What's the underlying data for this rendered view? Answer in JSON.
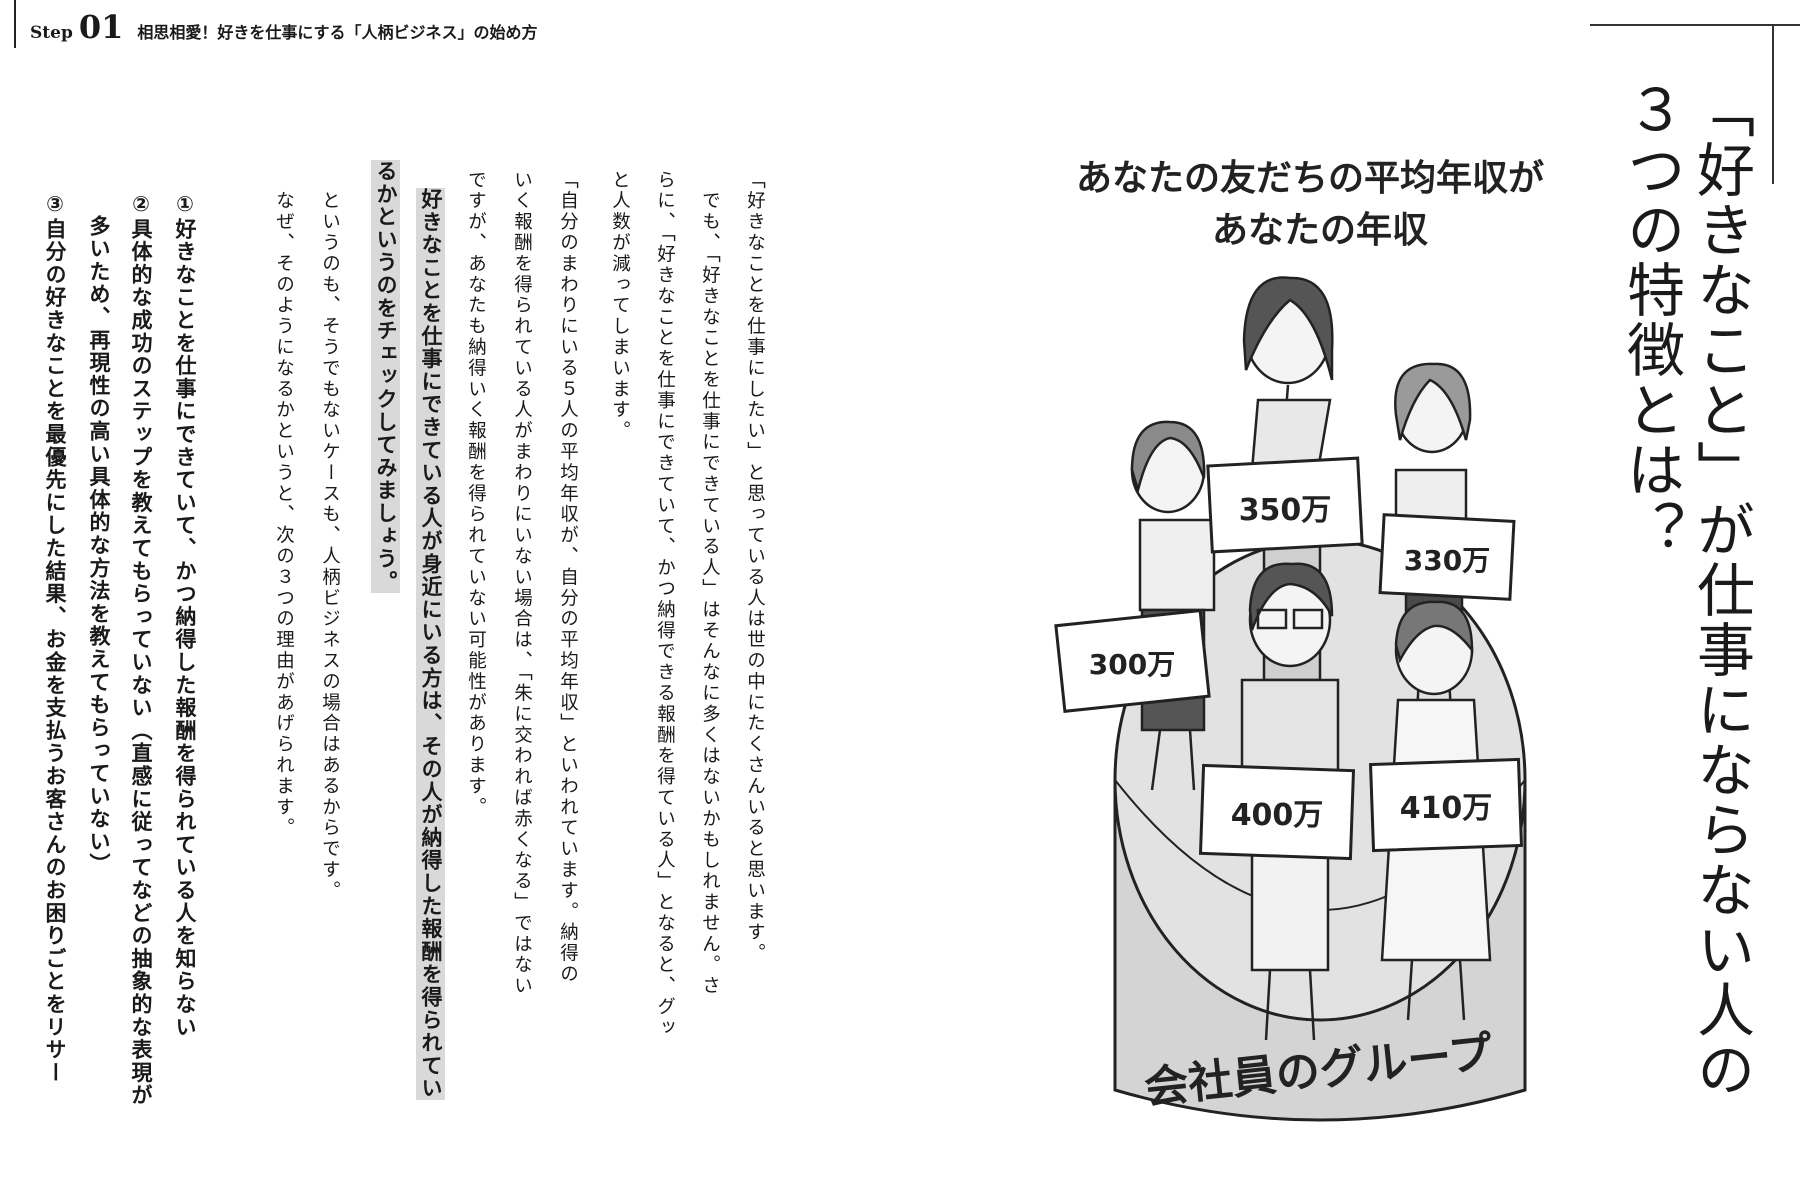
{
  "header": {
    "step_label": "Step",
    "step_number": "01",
    "chapter_title": "相思相愛！好きを仕事にする「人柄ビジネス」の始め方"
  },
  "title": {
    "line1": "「好きなこと」が仕事にならない人の",
    "line2": "３つの特徴とは？"
  },
  "illustration": {
    "heading_line1": "あなたの友だちの平均年収が",
    "heading_line2": "あなたの年収",
    "signs": [
      "350万",
      "330万",
      "300万",
      "400万",
      "410万"
    ],
    "base_label": "会社員のグループ"
  },
  "body": {
    "columns": [
      "「好きなことを仕事にしたい」と思っている人は世の中にたくさんいると思います。",
      "　でも、「好きなことを仕事にできている人」はそんなに多くはないかもしれません。さ",
      "らに、「好きなことを仕事にできていて、かつ納得できる報酬を得ている人」となると、グッ",
      "と人数が減ってしまいます。",
      "「自分のまわりにいる５人の平均年収が、自分の平均年収」といわれています。納得の",
      "いく報酬を得られている人がまわりにいない場合は、「朱に交われば赤くなる」ではない",
      "ですが、あなたも納得いく報酬を得られていない可能性があります。",
      "好きなことを仕事にできている人が身近にいる方は、その人が納得した報酬を得られてい",
      "るかというのをチェックしてみましょう。",
      "　というのも、そうでもないケースも、人柄ビジネスの場合はあるからです。",
      "　なぜ、そのようになるかというと、次の３つの理由があげられます。"
    ],
    "list": [
      "①好きなことを仕事にできていて、かつ納得した報酬を得られている人を知らない",
      "②具体的な成功のステップを教えてもらっていない（直感に従ってなどの抽象的な表現が",
      "　多いため、再現性の高い具体的な方法を教えてもらっていない）",
      "③自分の好きなことを最優先にした結果、お金を支払うお客さんのお困りごとをリサー"
    ]
  }
}
